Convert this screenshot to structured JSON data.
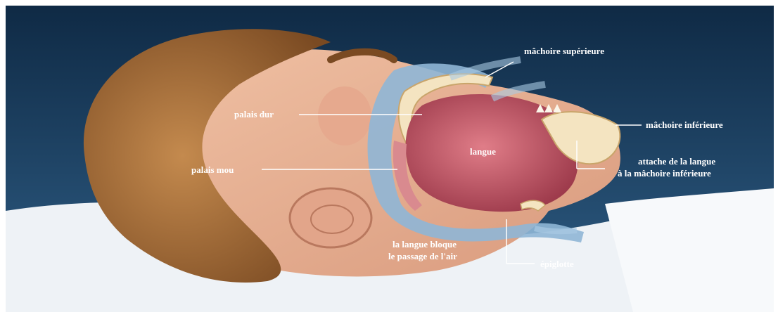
{
  "labels": {
    "upper_jaw": "mâchoire supérieure",
    "hard_palate": "palais dur",
    "lower_jaw": "mâchoire inférieure",
    "tongue": "langue",
    "soft_palate": "palais mou",
    "tongue_attachment_line1": "attache de la langue",
    "tongue_attachment_line2": "à la mâchoire inférieure",
    "blocking_line1": "la langue bloque",
    "blocking_line2": "le passage de l'air",
    "epiglottis": "épiglotte"
  },
  "colors": {
    "background_top": "#0f2a45",
    "background_bottom": "#2f5e86",
    "hair": "#a86f3a",
    "skin": "#e7b093",
    "tongue": "#c45a6a",
    "airway": "#8fb6d6",
    "pillow": "#eef2f6"
  }
}
